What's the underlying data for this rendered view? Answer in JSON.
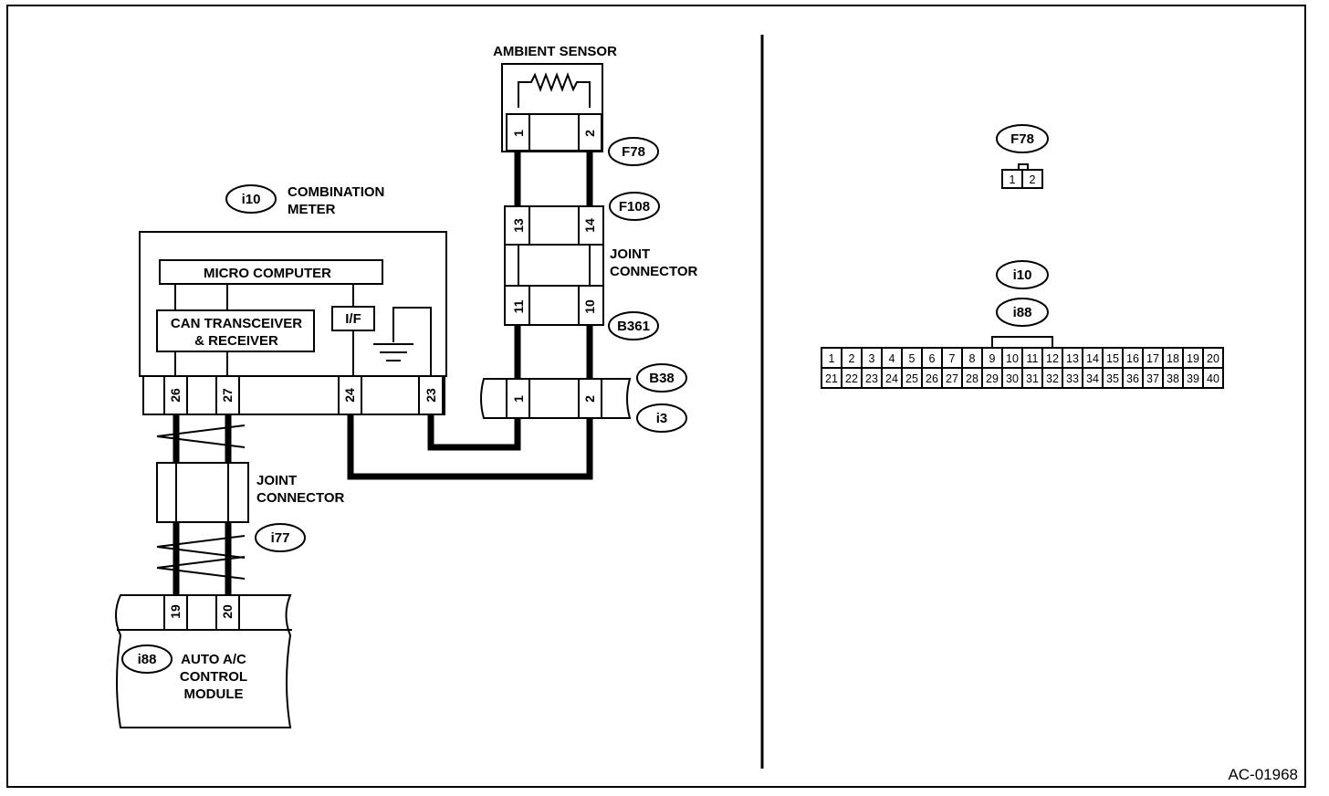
{
  "figure_id": "AC-01968",
  "ambient_sensor": {
    "title": "AMBIENT SENSOR",
    "pins": [
      "1",
      "2"
    ]
  },
  "connectors": {
    "f78": "F78",
    "f108": "F108",
    "b361": "B361",
    "b38": "B38",
    "i3": "i3",
    "i10": "i10",
    "i77": "i77",
    "i88": "i88"
  },
  "joint_connector_right": {
    "line1": "JOINT",
    "line2": "CONNECTOR"
  },
  "joint_connector_left": {
    "line1": "JOINT",
    "line2": "CONNECTOR"
  },
  "f108_pins": [
    "13",
    "14"
  ],
  "b361_pins": [
    "11",
    "10"
  ],
  "b38_pins": [
    "1",
    "2"
  ],
  "combination_meter": {
    "label1": "COMBINATION",
    "label2": "METER",
    "micro_computer": "MICRO COMPUTER",
    "can_line1": "CAN TRANSCEIVER",
    "can_line2": "& RECEIVER",
    "interface": "I/F",
    "pins": [
      "26",
      "27",
      "24",
      "23"
    ]
  },
  "auto_ac": {
    "line1": "AUTO A/C",
    "line2": "CONTROL",
    "line3": "MODULE",
    "pins": [
      "19",
      "20"
    ]
  },
  "connector_views": {
    "f78_label": "F78",
    "f78_pins": [
      "1",
      "2"
    ],
    "i10_label": "i10",
    "i88_label": "i88",
    "row1": [
      "1",
      "2",
      "3",
      "4",
      "5",
      "6",
      "7",
      "8",
      "9",
      "10",
      "11",
      "12",
      "13",
      "14",
      "15",
      "16",
      "17",
      "18",
      "19",
      "20"
    ],
    "row2": [
      "21",
      "22",
      "23",
      "24",
      "25",
      "26",
      "27",
      "28",
      "29",
      "30",
      "31",
      "32",
      "33",
      "34",
      "35",
      "36",
      "37",
      "38",
      "39",
      "40"
    ]
  }
}
